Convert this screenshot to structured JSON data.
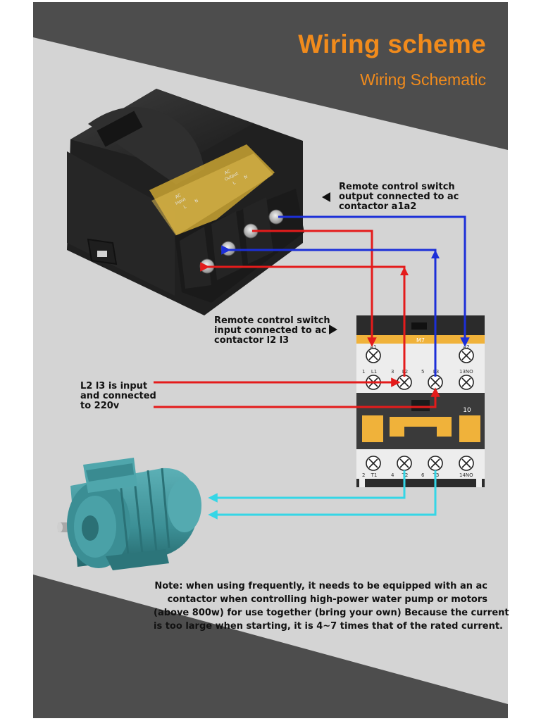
{
  "header": {
    "title": "Wiring scheme",
    "subtitle": "Wiring Schematic"
  },
  "relay": {
    "output_label_lines": [
      "AC",
      "Output"
    ],
    "output_terminals": [
      "L",
      "N"
    ],
    "input_label_lines": [
      "AC",
      "Input"
    ],
    "input_terminals": [
      "L",
      "N"
    ]
  },
  "labels": {
    "output_note": [
      "Remote control switch",
      "output connected to ac",
      "contactor a1a2"
    ],
    "input_note": [
      "Remote control switch",
      "input connected to ac",
      "contactor l2 l3"
    ],
    "l2l3_note": [
      "L2 l3 is input",
      "and connected",
      "to 220v"
    ]
  },
  "contactor": {
    "model": "M7",
    "coil_terminals": [
      "A1",
      "A2"
    ],
    "top_numbers": [
      "1",
      "3",
      "5",
      "13NO"
    ],
    "top_names": [
      "L1",
      "L2",
      "L3"
    ],
    "bottom_numbers": [
      "2",
      "4",
      "6",
      "14NO"
    ],
    "bottom_names": [
      "T1",
      "T2",
      "T3"
    ],
    "rating": "10"
  },
  "note": [
    "Note: when using frequently, it needs to be equipped with an ac",
    "contactor when controlling high-power water pump or motors",
    "(above 800w) for use together (bring your own) Because the current",
    "is too large when starting, it is 4~7 times that of the rated current."
  ],
  "colors": {
    "accent": "#f18b1c",
    "band_dark": "#4d4d4d",
    "band_light": "#d4d4d4",
    "wire_red": "#e41b1b",
    "wire_blue": "#1c2fd8",
    "wire_cyan": "#35d6e6",
    "contactor_yellow": "#f0b23a",
    "motor_teal": "#3c8f95"
  }
}
